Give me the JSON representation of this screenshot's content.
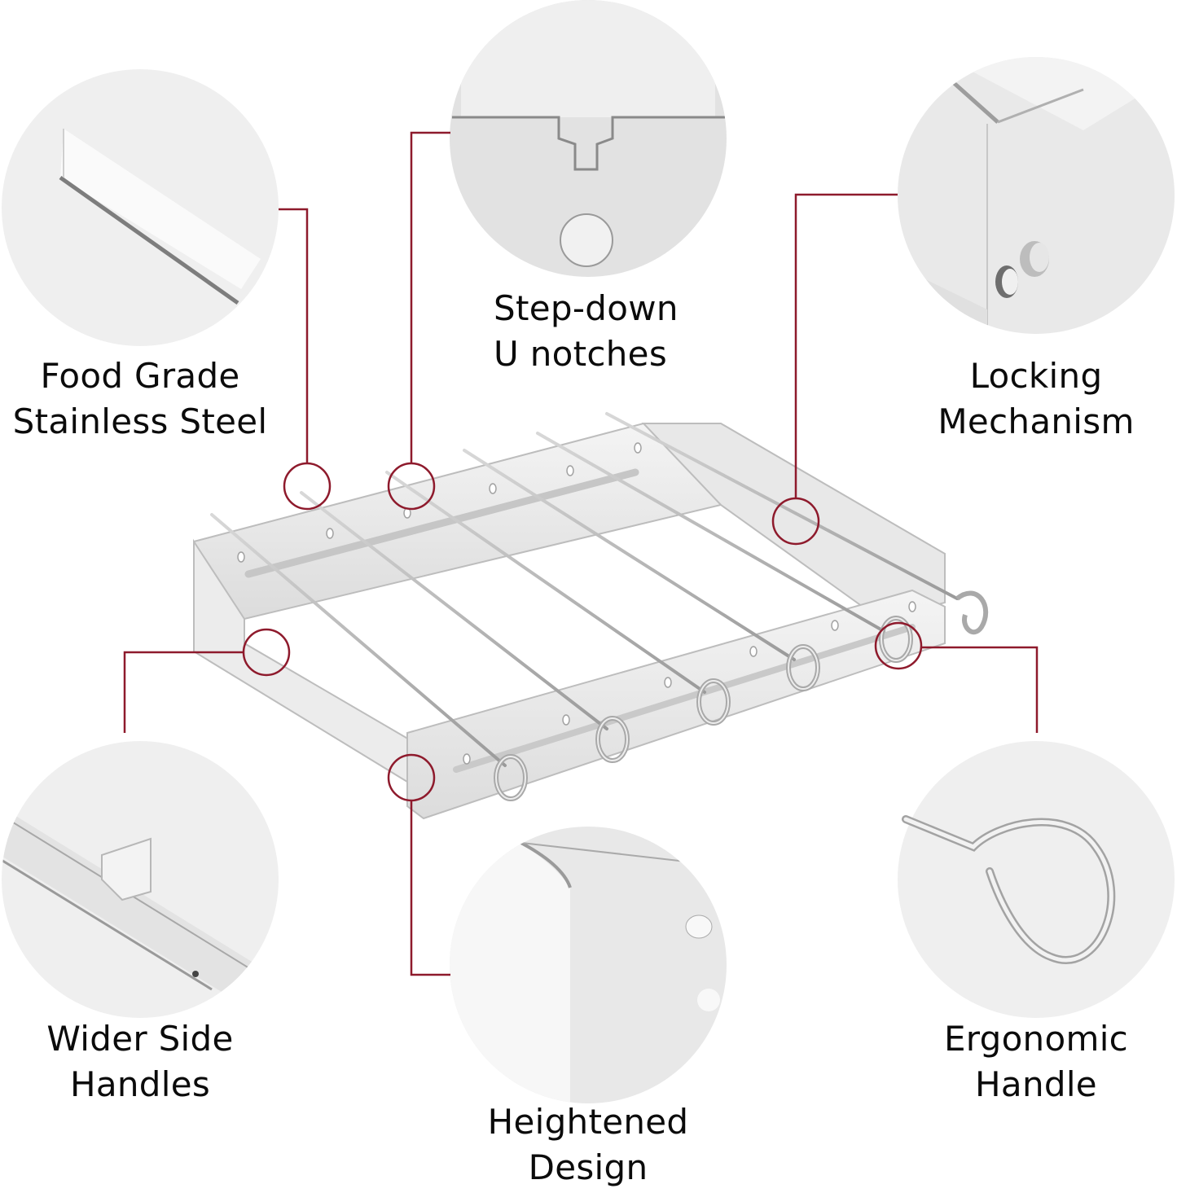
{
  "accent_color": "#8e1a2c",
  "circle_fill": "#eeeeee",
  "features": [
    {
      "id": "food-grade",
      "lines": [
        "Food Grade",
        "Stainless Steel"
      ]
    },
    {
      "id": "step-down",
      "lines": [
        "Step-down",
        "U notches"
      ]
    },
    {
      "id": "locking",
      "lines": [
        "Locking",
        "Mechanism"
      ]
    },
    {
      "id": "wider-side",
      "lines": [
        "Wider Side",
        "Handles"
      ]
    },
    {
      "id": "heightened",
      "lines": [
        "Heightened",
        "Design"
      ]
    },
    {
      "id": "ergonomic",
      "lines": [
        "Ergonomic",
        "Handle"
      ]
    }
  ]
}
